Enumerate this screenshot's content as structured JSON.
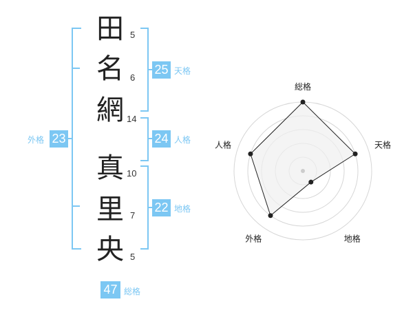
{
  "name_chars": [
    {
      "char": "田",
      "strokes": "5"
    },
    {
      "char": "名",
      "strokes": "6"
    },
    {
      "char": "網",
      "strokes": "14"
    },
    {
      "char": "真",
      "strokes": "10"
    },
    {
      "char": "里",
      "strokes": "7"
    },
    {
      "char": "央",
      "strokes": "5"
    }
  ],
  "fortunes": {
    "tenkaku": {
      "label": "天格",
      "value": "25"
    },
    "jinkaku": {
      "label": "人格",
      "value": "24"
    },
    "chikaku": {
      "label": "地格",
      "value": "22"
    },
    "gaikaku": {
      "label": "外格",
      "value": "23"
    },
    "soukaku": {
      "label": "総格",
      "value": "47"
    }
  },
  "colors": {
    "accent": "#7cc7f3",
    "text": "#222222",
    "radar_fill": "#efefef",
    "radar_line": "#222222"
  },
  "chart_data": {
    "type": "radar",
    "axes": [
      "総格",
      "天格",
      "地格",
      "外格",
      "人格"
    ],
    "values": [
      5,
      4,
      1,
      4,
      4
    ],
    "max": 5,
    "rings": 5
  }
}
